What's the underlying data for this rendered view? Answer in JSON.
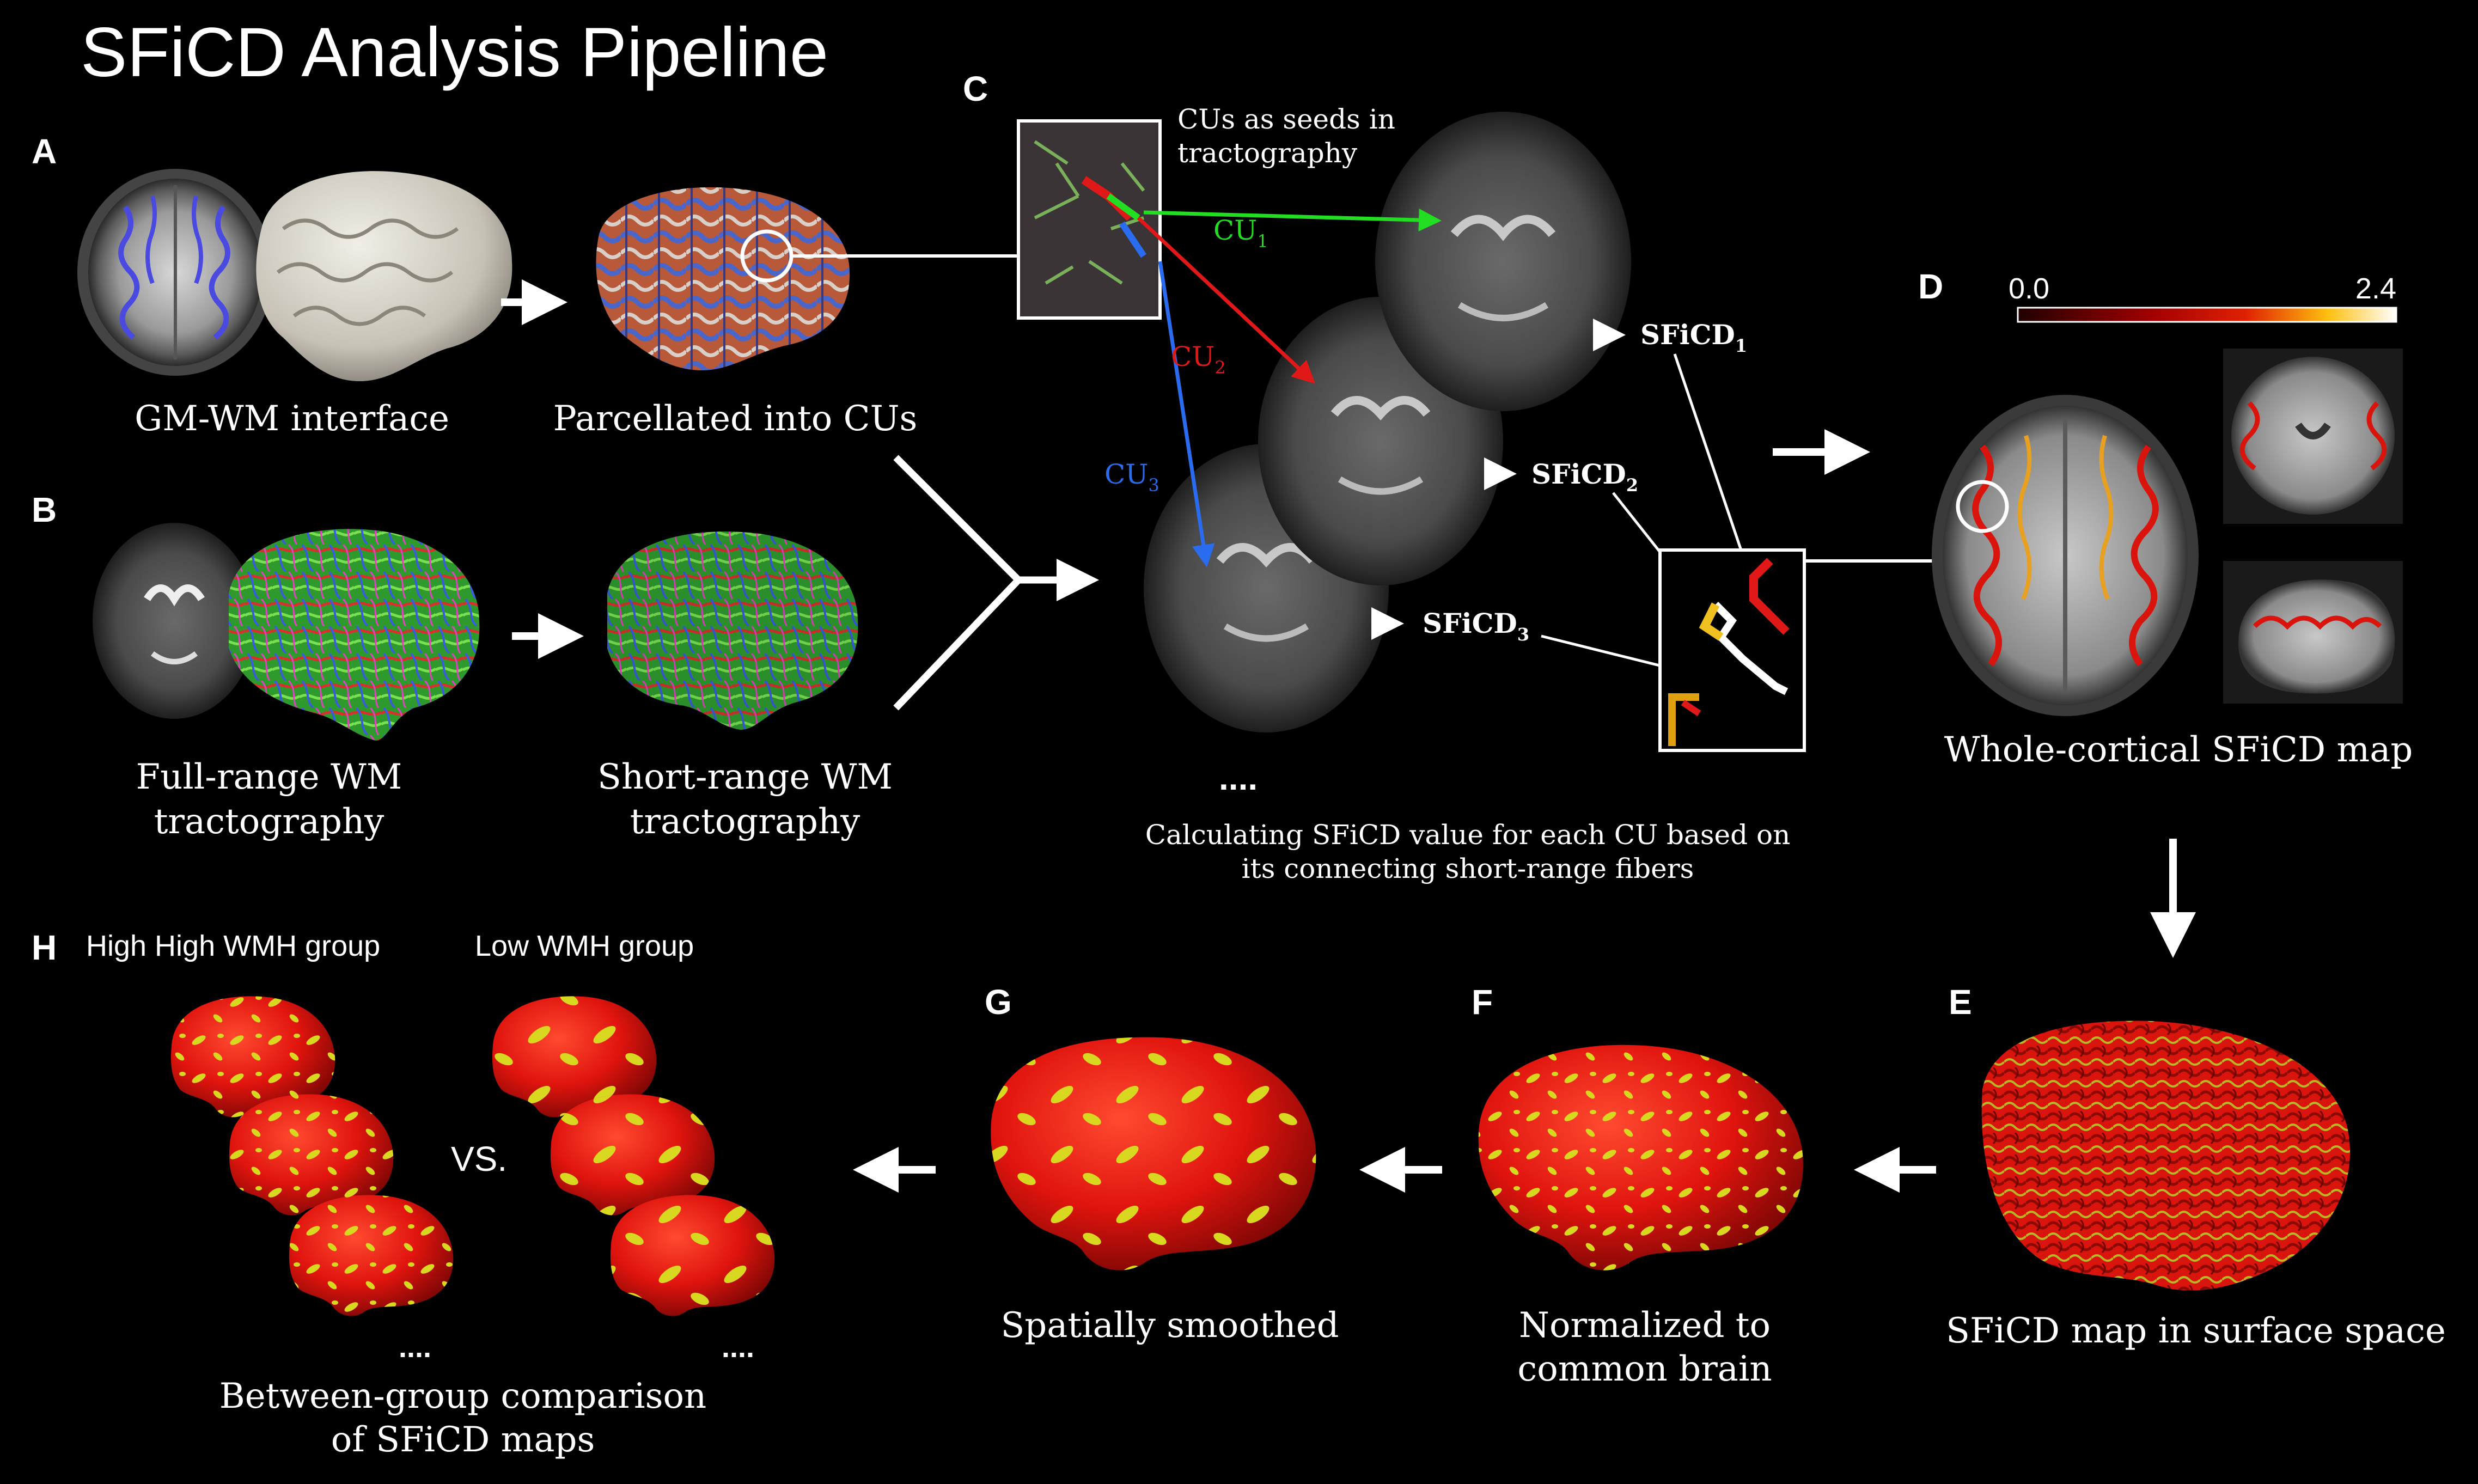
{
  "title": "SFiCD Analysis Pipeline",
  "panels": {
    "A": {
      "letter": "A",
      "label_left": "GM-WM interface",
      "label_right": "Parcellated into CUs"
    },
    "B": {
      "letter": "B",
      "label_left_1": "Full-range WM",
      "label_left_2": "tractography",
      "label_right_1": "Short-range WM",
      "label_right_2": "tractography"
    },
    "C": {
      "letter": "C",
      "seed_note_1": "CUs as seeds in",
      "seed_note_2": "tractography",
      "cu1": "CU",
      "cu1_sub": "1",
      "cu2": "CU",
      "cu2_sub": "2",
      "cu3": "CU",
      "cu3_sub": "3",
      "sficd1": "SFiCD",
      "sficd1_sub": "1",
      "sficd2": "SFiCD",
      "sficd2_sub": "2",
      "sficd3": "SFiCD",
      "sficd3_sub": "3",
      "ellipsis": "....",
      "caption_1": "Calculating SFiCD value for each CU based on",
      "caption_2": "its connecting short-range fibers"
    },
    "D": {
      "letter": "D",
      "scale_min": "0.0",
      "scale_max": "2.4",
      "label": "Whole-cortical SFiCD map"
    },
    "E": {
      "letter": "E",
      "label": "SFiCD map in surface space"
    },
    "F": {
      "letter": "F",
      "label_1": "Normalized to",
      "label_2": "common brain"
    },
    "G": {
      "letter": "G",
      "label": "Spatially smoothed"
    },
    "H": {
      "letter": "H",
      "group_high": "High High WMH group",
      "group_low": "Low WMH group",
      "vs": "VS.",
      "ellipsis_1": "....",
      "ellipsis_2": "....",
      "label_1": "Between-group comparison",
      "label_2": "of SFiCD maps"
    }
  },
  "colors": {
    "background": "#000000",
    "text": "#ffffff",
    "cu1": "#22dd22",
    "cu2": "#e01818",
    "cu3": "#2a6cf0",
    "cortex_red": "#e0140e",
    "cortex_yellow": "#d8d820",
    "scale_low": "#200000",
    "scale_mid": "#e02000",
    "scale_high": "#ffffff"
  }
}
